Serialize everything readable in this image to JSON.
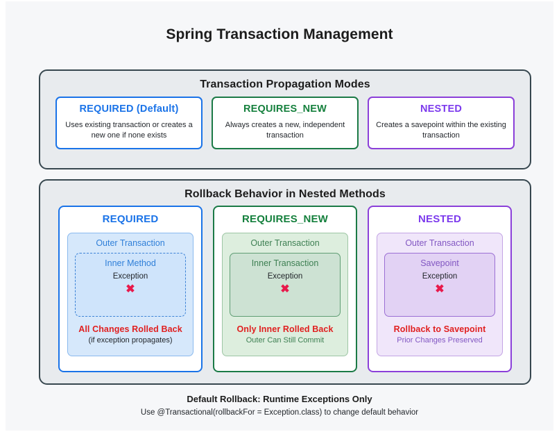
{
  "page": {
    "title": "Spring Transaction Management",
    "background_color": "#f6f7f9"
  },
  "colors": {
    "blue": "#1a73e8",
    "green": "#15803d",
    "purple": "#7c3aed",
    "red": "#e02020",
    "x_mark": "#e8194b",
    "panel_border": "#37474f",
    "panel_fill": "#e8ebee"
  },
  "propagation_section": {
    "title": "Transaction Propagation Modes",
    "modes": [
      {
        "name": "REQUIRED (Default)",
        "description": "Uses existing transaction or creates a new one if none exists",
        "color": "blue"
      },
      {
        "name": "REQUIRES_NEW",
        "description": "Always creates a new, independent transaction",
        "color": "green"
      },
      {
        "name": "NESTED",
        "description": "Creates a savepoint within the existing transaction",
        "color": "purple"
      }
    ]
  },
  "rollback_section": {
    "title": "Rollback Behavior in Nested Methods",
    "columns": [
      {
        "title": "REQUIRED",
        "color": "blue",
        "outer_label": "Outer Transaction",
        "inner_label": "Inner Method",
        "exception_label": "Exception",
        "x_mark": "✖",
        "result_main": "All Changes Rolled Back",
        "result_sub": "(if exception propagates)",
        "inner_border_style": "dashed"
      },
      {
        "title": "REQUIRES_NEW",
        "color": "green",
        "outer_label": "Outer Transaction",
        "inner_label": "Inner Transaction",
        "exception_label": "Exception",
        "x_mark": "✖",
        "result_main": "Only Inner Rolled Back",
        "result_sub": "Outer Can Still Commit",
        "inner_border_style": "solid"
      },
      {
        "title": "NESTED",
        "color": "purple",
        "outer_label": "Outer Transaction",
        "inner_label": "Savepoint",
        "exception_label": "Exception",
        "x_mark": "✖",
        "result_main": "Rollback to Savepoint",
        "result_sub": "Prior Changes Preserved",
        "inner_border_style": "solid"
      }
    ]
  },
  "footer": {
    "main": "Default Rollback: Runtime Exceptions Only",
    "sub": "Use @Transactional(rollbackFor = Exception.class) to change default behavior"
  }
}
